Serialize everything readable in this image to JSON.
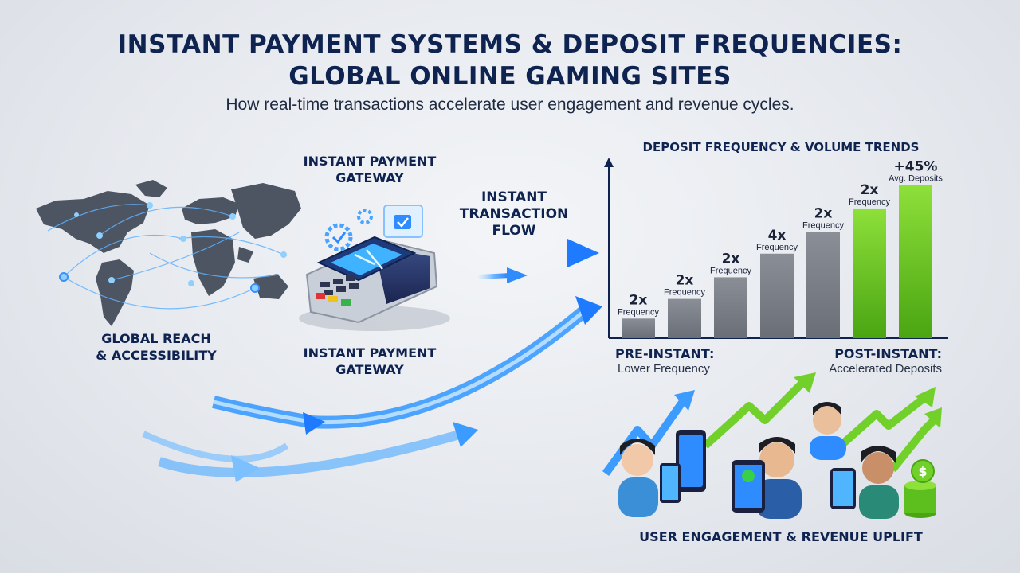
{
  "header": {
    "title_line1": "INSTANT PAYMENT SYSTEMS & DEPOSIT FREQUENCIES:",
    "title_line2": "GLOBAL ONLINE GAMING SITES",
    "subtitle": "How real-time transactions accelerate user engagement and revenue cycles."
  },
  "left": {
    "global_reach_line1": "GLOBAL REACH",
    "global_reach_line2": "& ACCESSIBILITY"
  },
  "center": {
    "gateway_top_line1": "INSTANT PAYMENT",
    "gateway_top_line2": "GATEWAY",
    "gateway_bottom_line1": "INSTANT PAYMENT",
    "gateway_bottom_line2": "GATEWAY",
    "flow_line1": "INSTANT",
    "flow_line2": "TRANSACTION",
    "flow_line3": "FLOW"
  },
  "chart": {
    "pre_title": "PRE-INSTANT:",
    "pre_sub": "Lower Frequency",
    "post_title": "POST-INSTANT:",
    "post_sub": "Accelerated Deposits"
  },
  "footer": {
    "engagement": "USER ENGAGEMENT & REVENUE UPLIFT"
  },
  "colors": {
    "navy": "#0f2350",
    "gray_bar": "#7a7e86",
    "green_bar": "#6fcf2a",
    "flow_blue": "#2f8cff"
  },
  "chart_data": {
    "type": "bar",
    "title": "DEPOSIT FREQUENCY & VOLUME TRENDS",
    "categories": [
      "",
      "",
      "",
      "",
      "",
      "",
      ""
    ],
    "values": [
      1.0,
      2.0,
      3.1,
      4.3,
      5.4,
      6.6,
      7.8
    ],
    "bar_labels": [
      {
        "big": "2x",
        "small": "Frequency"
      },
      {
        "big": "2x",
        "small": "Frequency"
      },
      {
        "big": "2x",
        "small": "Frequency"
      },
      {
        "big": "4x",
        "small": "Frequency"
      },
      {
        "big": "2x",
        "small": "Frequency"
      },
      {
        "big": "2x",
        "small": "Frequency"
      },
      {
        "big": "+45%",
        "small": "Avg. Deposits"
      }
    ],
    "highlight": [
      false,
      false,
      false,
      false,
      false,
      true,
      true
    ],
    "ylim": [
      0,
      8.5
    ],
    "grid": false
  }
}
